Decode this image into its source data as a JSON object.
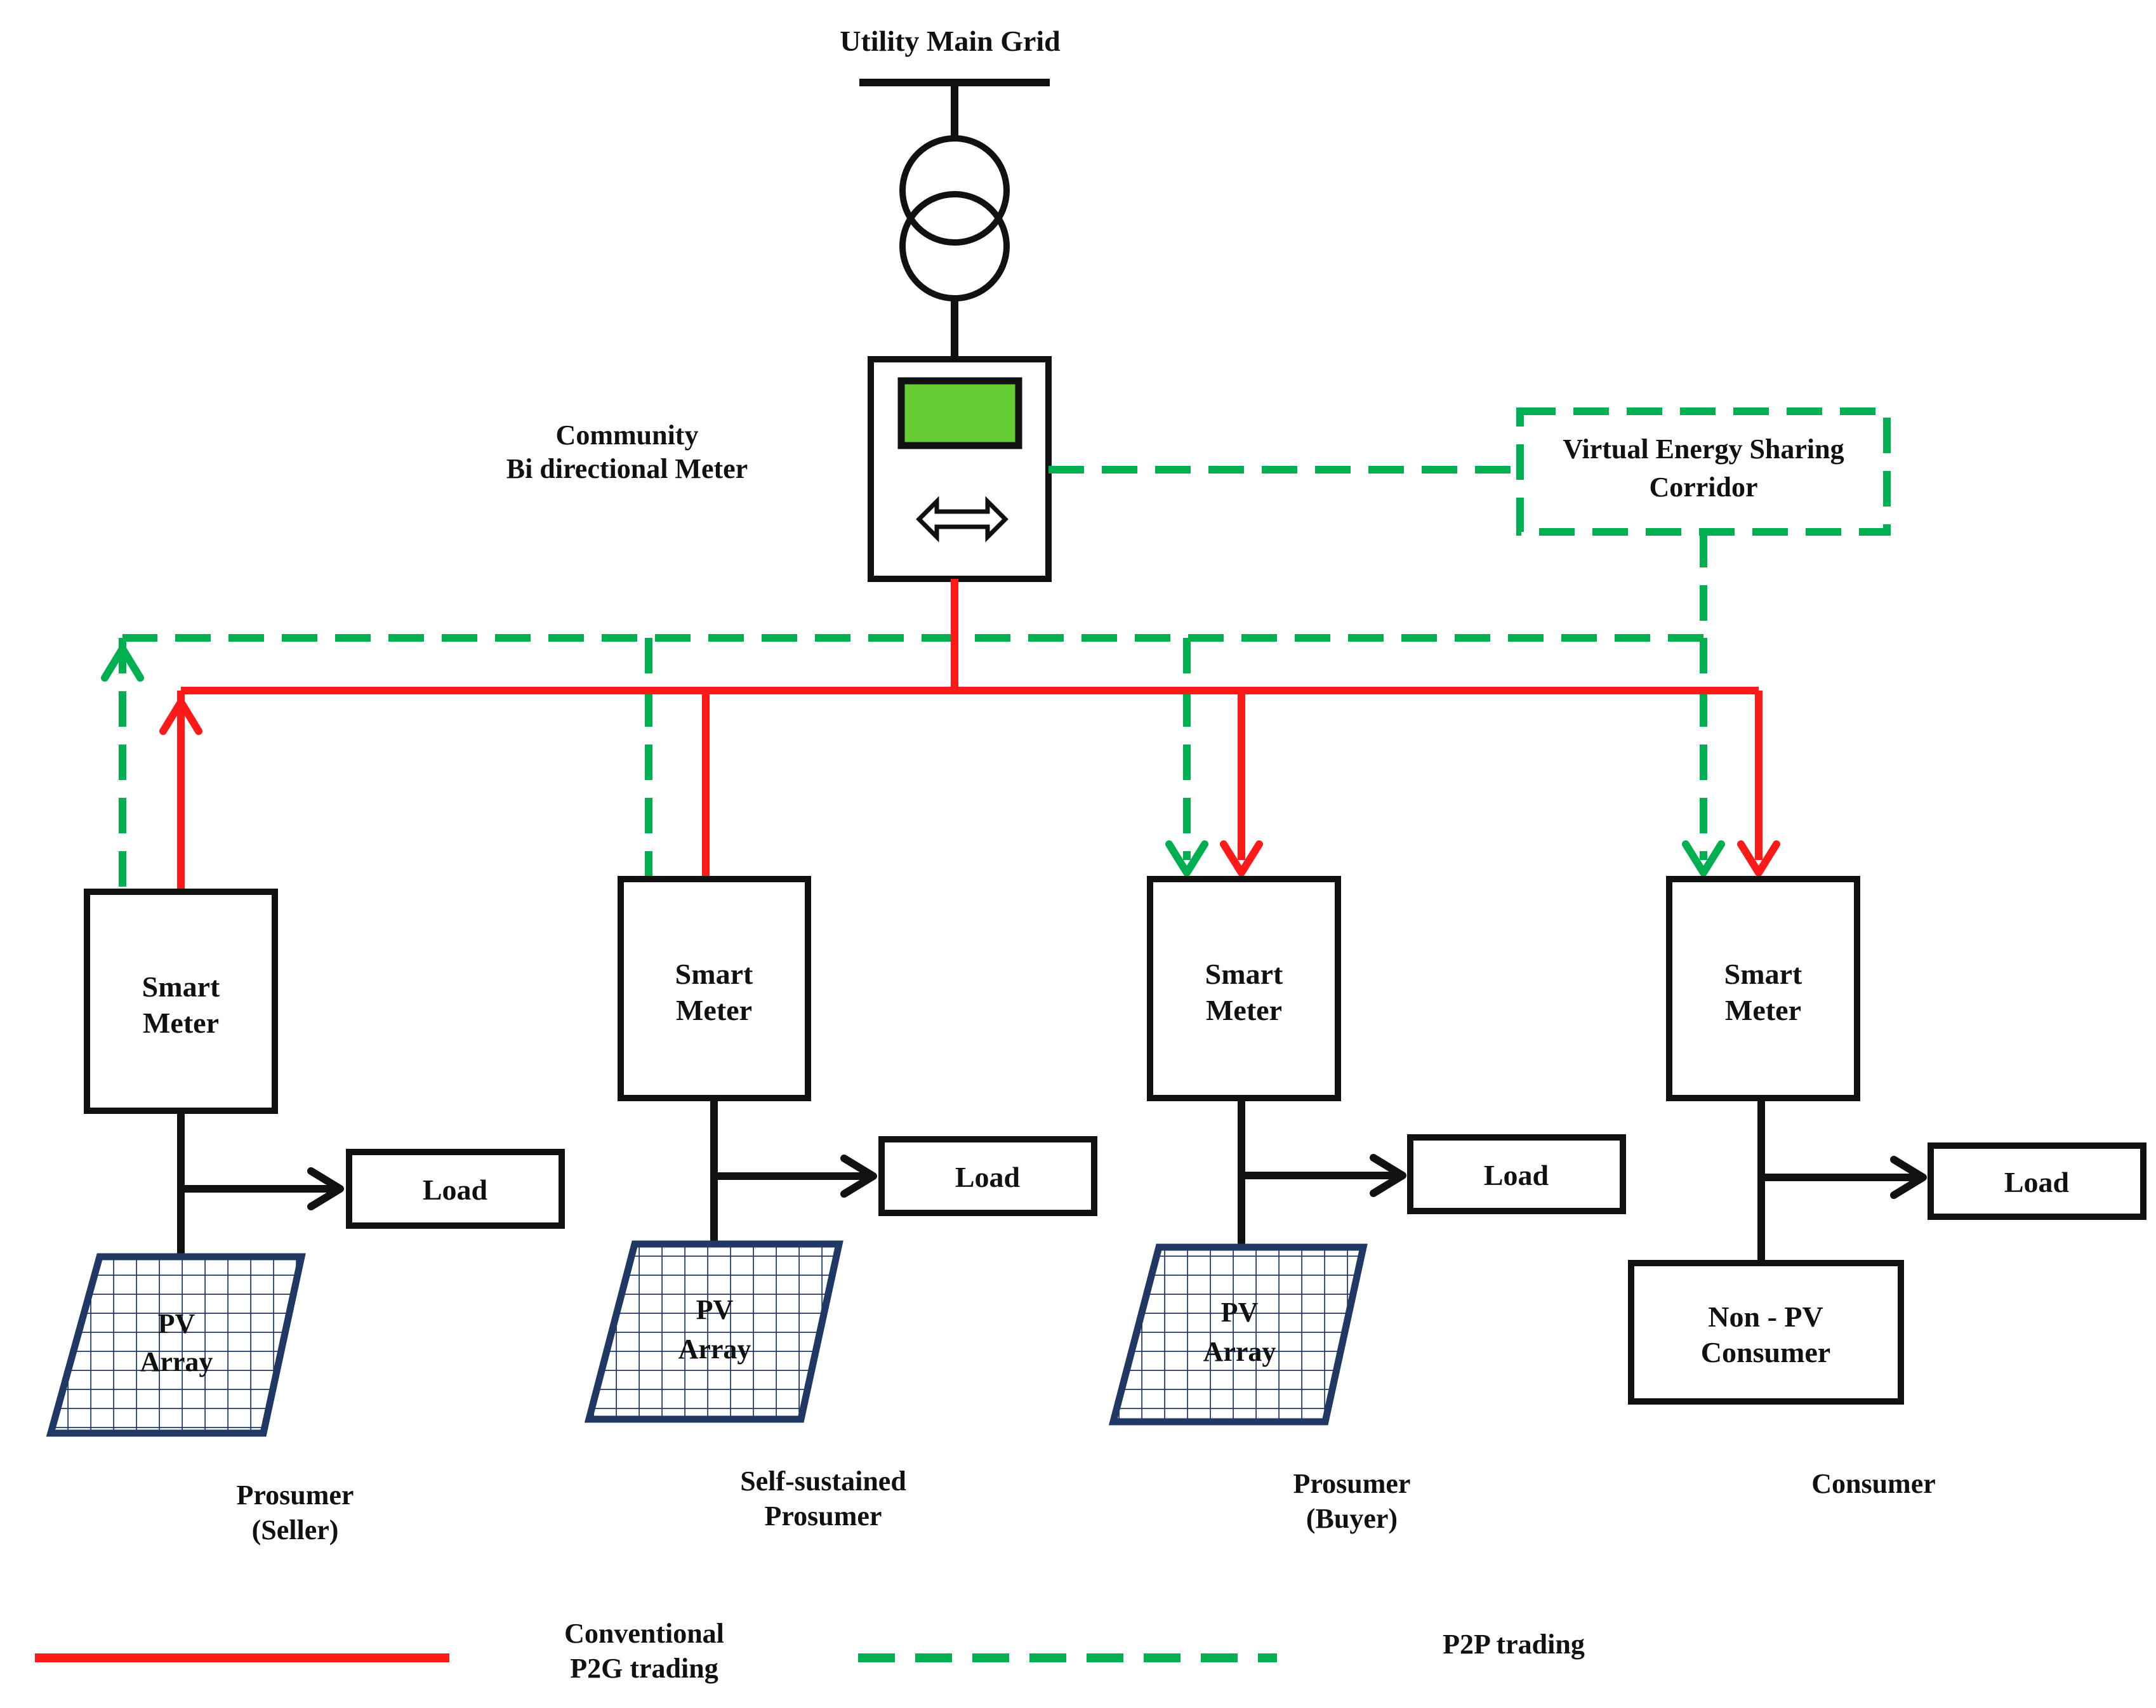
{
  "title": "Utility Main Grid",
  "community_meter": {
    "label_line1": "Community",
    "label_line2": "Bi directional Meter",
    "icon": "bidirectional-arrow-icon"
  },
  "corridor": {
    "line1": "Virtual Energy Sharing",
    "line2": "Corridor"
  },
  "units": [
    {
      "meter_line1": "Smart",
      "meter_line2": "Meter",
      "load": "Load",
      "source_line1": "PV",
      "source_line2": "Array",
      "caption_line1": "Prosumer",
      "caption_line2": "(Seller)"
    },
    {
      "meter_line1": "Smart",
      "meter_line2": "Meter",
      "load": "Load",
      "source_line1": "PV",
      "source_line2": "Array",
      "caption_line1": "Self-sustained",
      "caption_line2": "Prosumer"
    },
    {
      "meter_line1": "Smart",
      "meter_line2": "Meter",
      "load": "Load",
      "source_line1": "PV",
      "source_line2": "Array",
      "caption_line1": "Prosumer",
      "caption_line2": "(Buyer)"
    },
    {
      "meter_line1": "Smart",
      "meter_line2": "Meter",
      "load": "Load",
      "source_line1": "Non - PV",
      "source_line2": "Consumer",
      "caption_line1": "Consumer",
      "caption_line2": ""
    }
  ],
  "legend": {
    "p2g_line1": "Conventional",
    "p2g_line2": "P2G trading",
    "p2p": "P2P trading"
  },
  "colors": {
    "p2g": "#ff1a1a",
    "p2p": "#00b050",
    "meter_screen": "#66cc33",
    "pv_panel": "#1f3864",
    "line": "#111111"
  }
}
